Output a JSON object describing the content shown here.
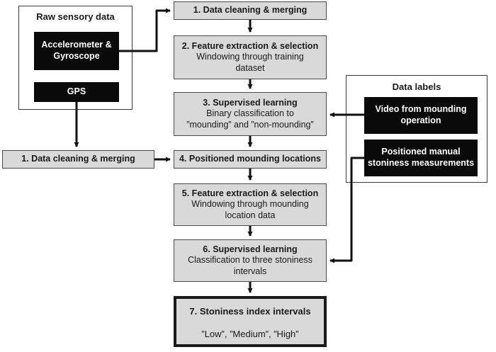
{
  "raw_panel": {
    "title": "Raw sensory data"
  },
  "labels_panel": {
    "title": "Data labels"
  },
  "sensors": {
    "accel": "Accelerometer & Gyroscope",
    "gps": "GPS"
  },
  "label_sources": {
    "video": "Video from mounding operation",
    "stoniness": "Positioned manual stoniness measurements"
  },
  "steps": {
    "s1_top": {
      "title": "1. Data cleaning & merging"
    },
    "s2": {
      "title": "2. Feature extraction & selection",
      "sub": "Windowing through training dataset"
    },
    "s3": {
      "title": "3. Supervised learning",
      "sub": "Binary classification to ”mounding” and ”non-mounding”"
    },
    "s1_left": {
      "title": "1. Data cleaning & merging"
    },
    "s4": {
      "title": "4. Positioned mounding locations"
    },
    "s5": {
      "title": "5. Feature extraction & selection",
      "sub": "Windowing through mounding location data"
    },
    "s6": {
      "title": "6. Supervised learning",
      "sub": "Classification to three stoniness intervals"
    },
    "s7": {
      "title": "7. Stoniness index intervals",
      "sub": "”Low”, ”Medium”, ”High”"
    }
  }
}
